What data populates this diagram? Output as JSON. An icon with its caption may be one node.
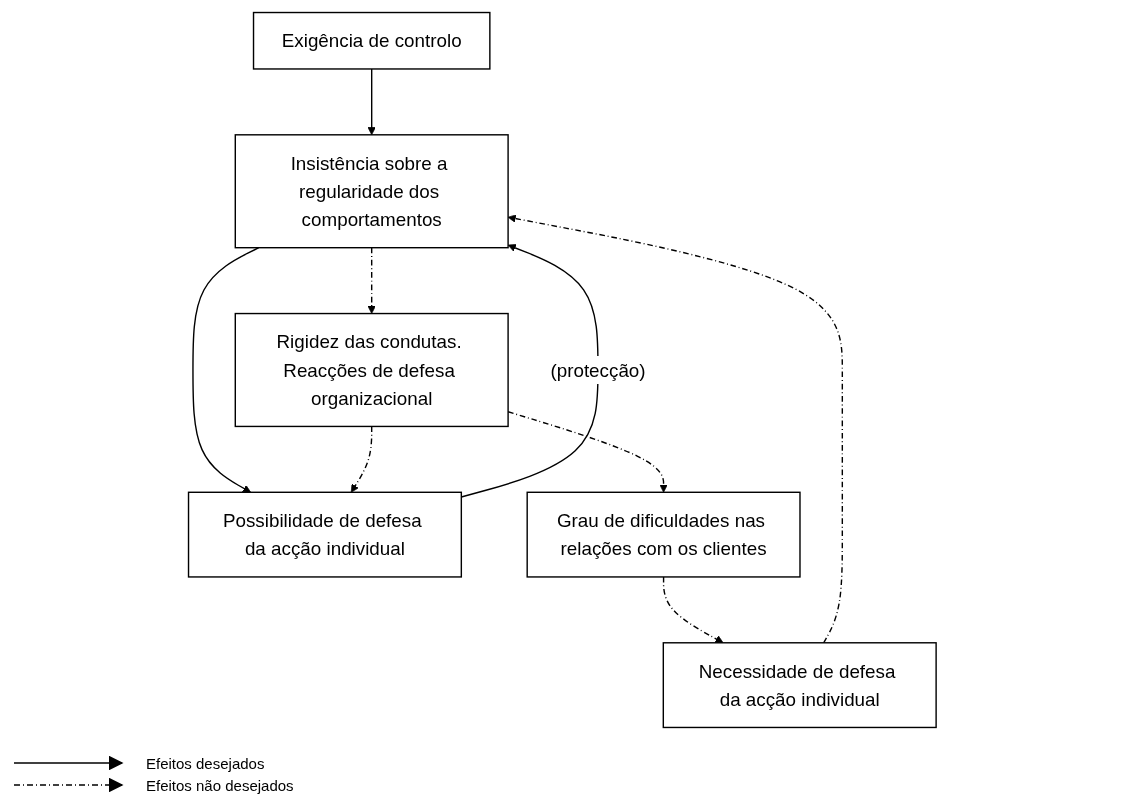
{
  "diagram": {
    "nodes": [
      {
        "text": [
          "Exigência de controlo"
        ]
      },
      {
        "text": [
          "Insistência sobre a regularidade dos comportamentos"
        ]
      },
      {
        "text": [
          "Possibilidade de defesa da acção individual"
        ]
      },
      {
        "text": [
          "Rigidez das condutas. Reacções de defesa organizacional"
        ]
      },
      {
        "text": [
          "Necessidade de defesa da acção individual"
        ]
      },
      {
        "text": [
          "Grau de dificuldades nas relações com os clientes"
        ]
      }
    ],
    "edges": [
      {
        "from": 0,
        "to": 1,
        "arrow": "to"
      },
      {
        "from": 2,
        "to": 1,
        "arrow": "to",
        "label": "(protecção)"
      },
      {
        "from": 1,
        "to": 2,
        "arrow": "to"
      },
      {
        "from": 1,
        "to": 3,
        "arrow": "to",
        "style": "dashed"
      },
      {
        "from": 3,
        "to": 2,
        "arrow": "to",
        "style": "dashed"
      },
      {
        "from": 3,
        "to": 5,
        "arrow": "to",
        "style": "dashed"
      },
      {
        "from": 5,
        "to": 4,
        "arrow": "to",
        "style": "dashed"
      },
      {
        "from": 4,
        "to": 1,
        "arrow": "to",
        "style": "dashed"
      }
    ],
    "legend": [
      {
        "text": "Efeitos desejados"
      },
      {
        "text": "Efeitos não desejados"
      }
    ]
  }
}
